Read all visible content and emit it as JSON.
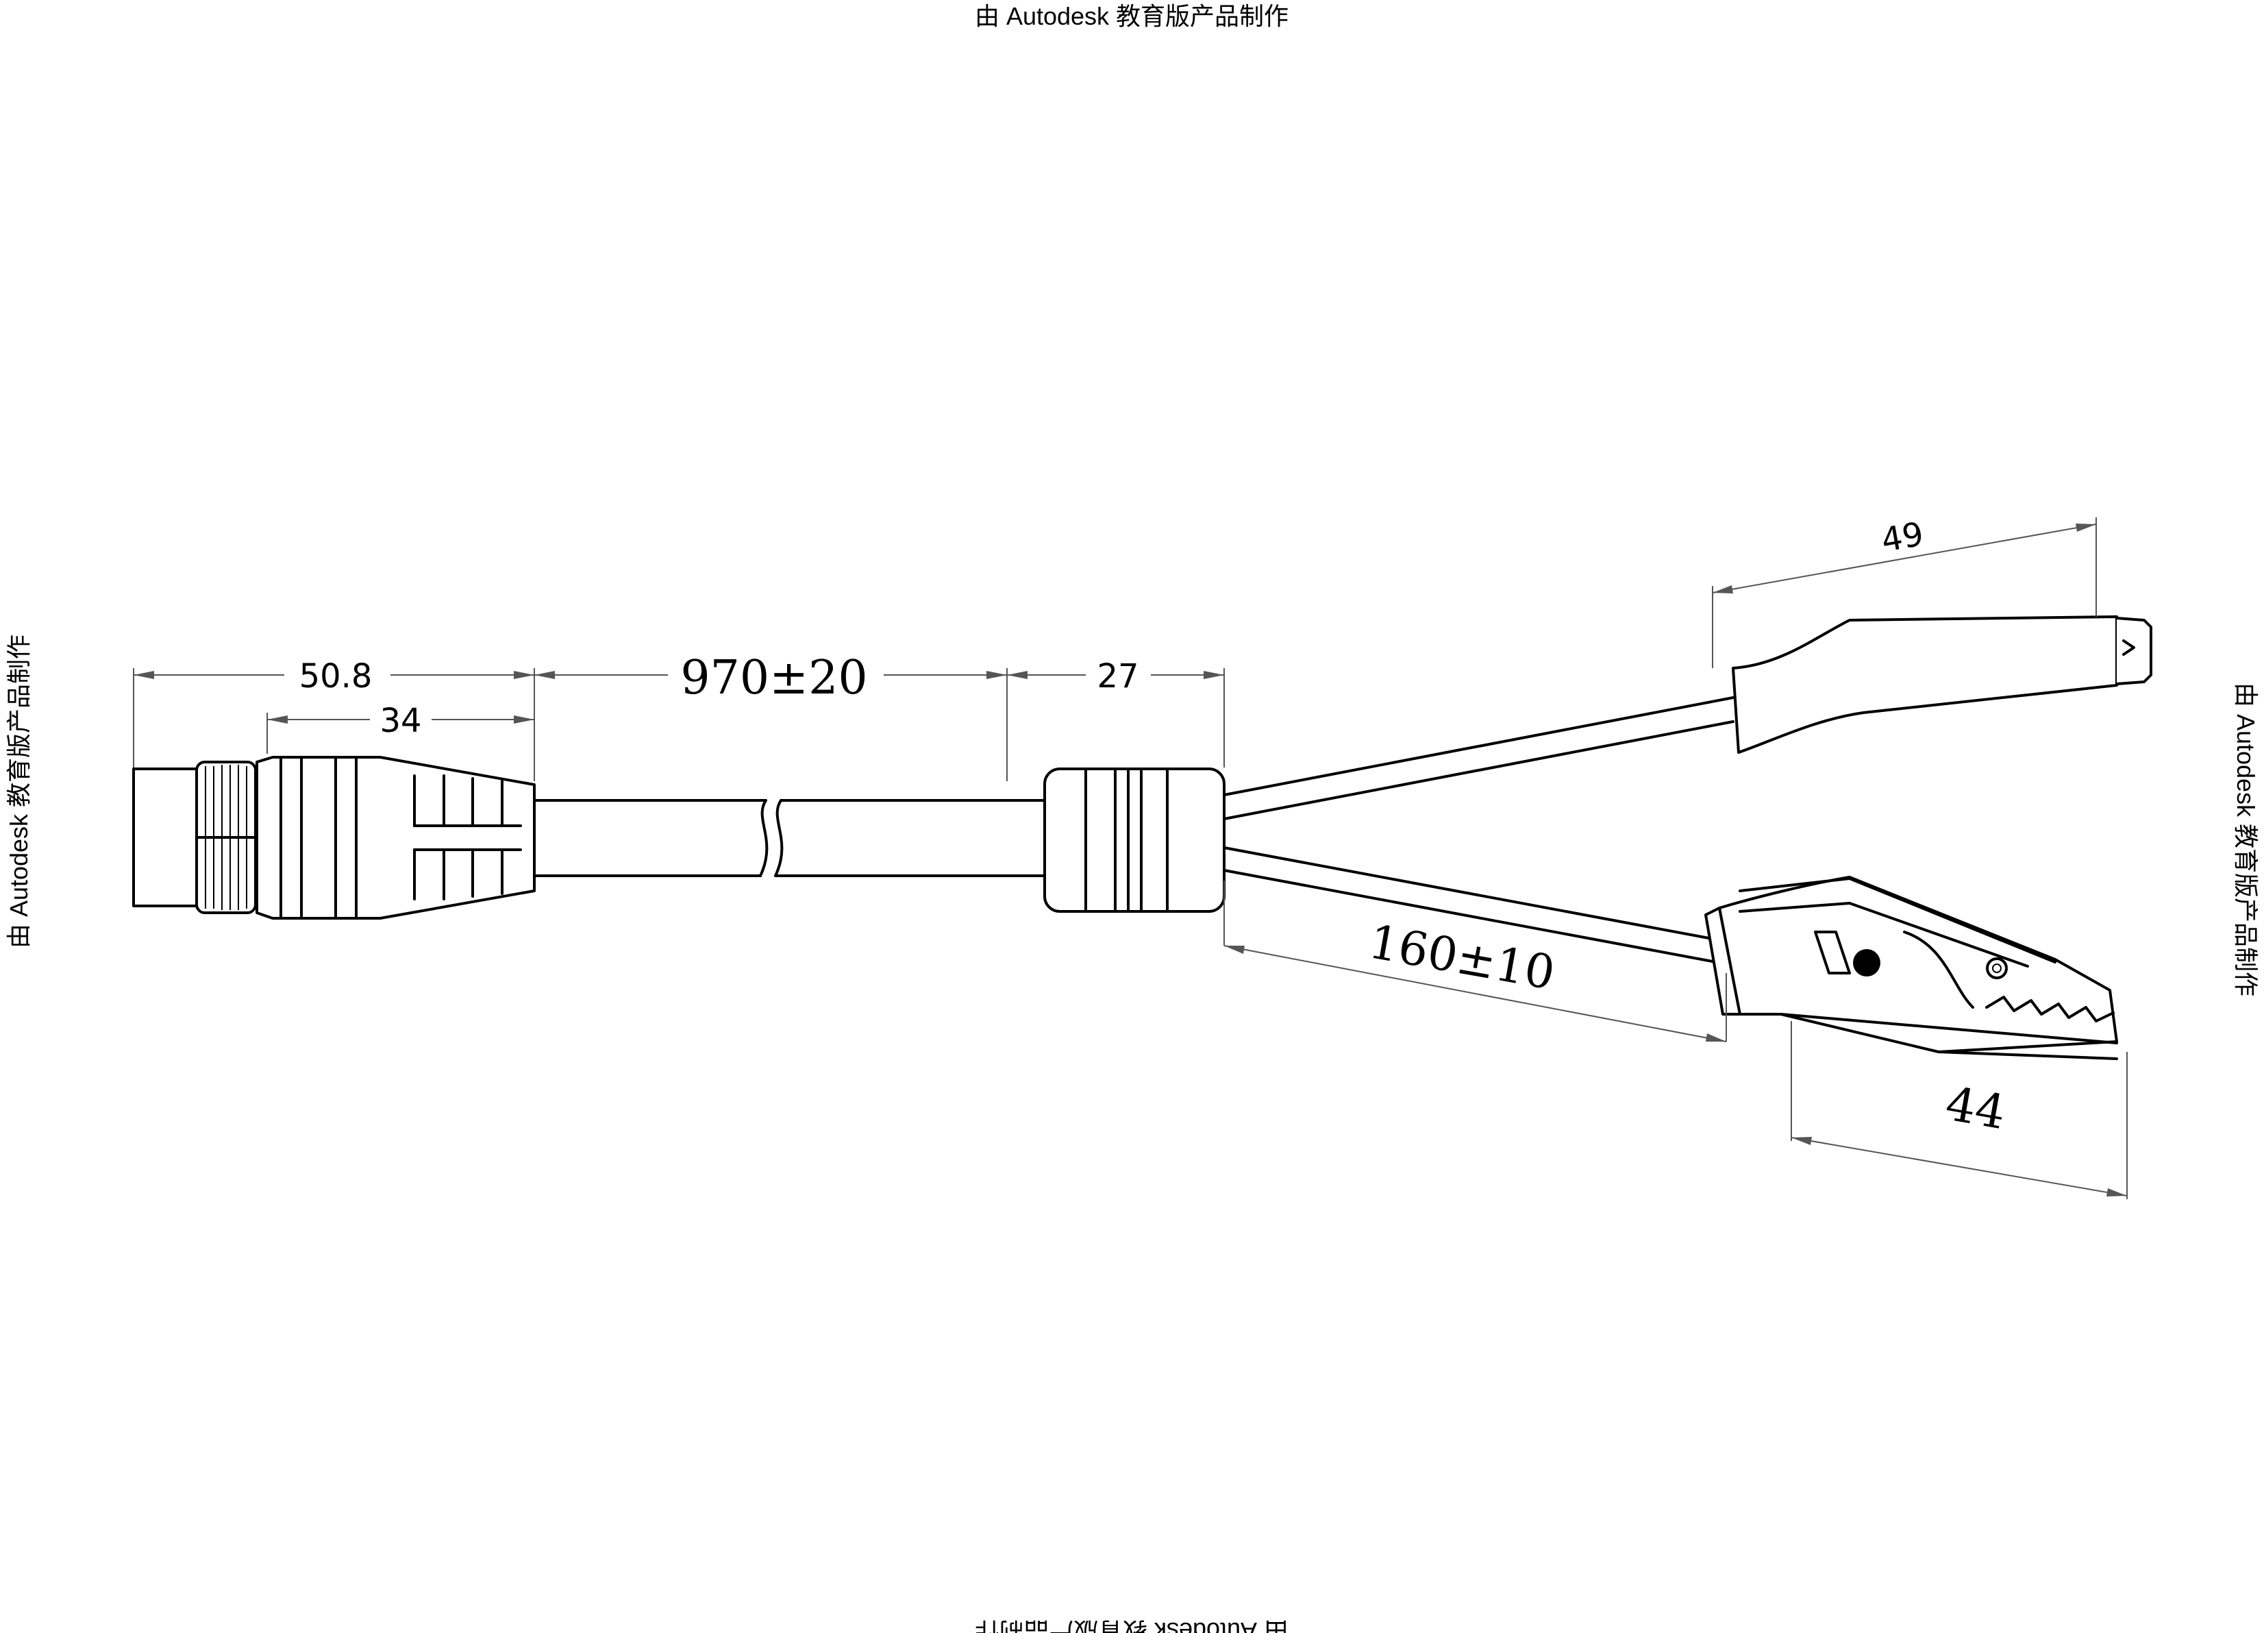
{
  "watermark": {
    "text": "由 Autodesk 教育版产品制作"
  },
  "dimensions": {
    "bnc_total_length": "50.8",
    "bnc_boot_length": "34",
    "cable_length": "970±20",
    "splitter_length": "27",
    "top_clip_length": "49",
    "branch_length": "160±10",
    "bottom_clip_length": "44"
  }
}
